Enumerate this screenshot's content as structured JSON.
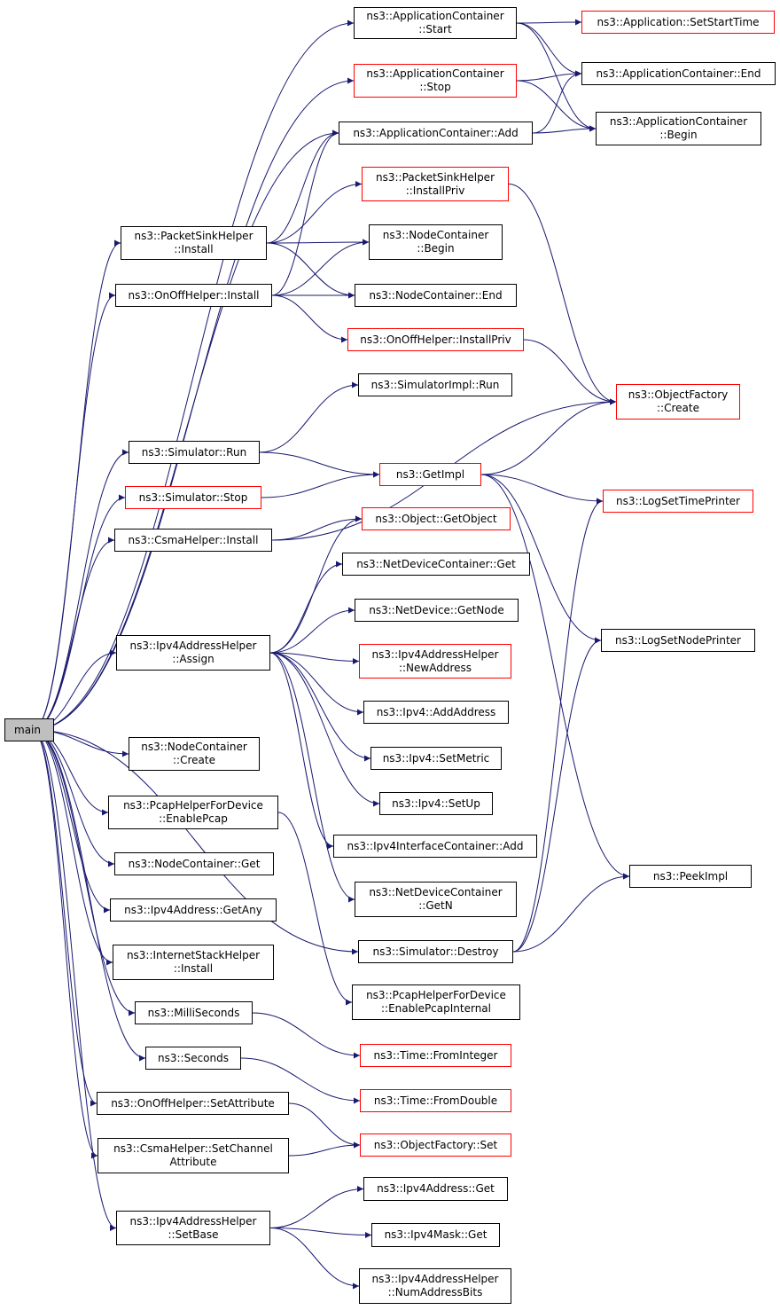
{
  "diagram": {
    "nodes": [
      {
        "id": "main",
        "lines": [
          "main"
        ],
        "style": "root"
      },
      {
        "id": "appStart",
        "lines": [
          "ns3::ApplicationContainer",
          "::Start"
        ],
        "style": "black"
      },
      {
        "id": "setStartTime",
        "lines": [
          "ns3::Application::SetStartTime"
        ],
        "style": "red"
      },
      {
        "id": "appStop",
        "lines": [
          "ns3::ApplicationContainer",
          "::Stop"
        ],
        "style": "red"
      },
      {
        "id": "appEnd",
        "lines": [
          "ns3::ApplicationContainer::End"
        ],
        "style": "black"
      },
      {
        "id": "appAdd",
        "lines": [
          "ns3::ApplicationContainer::Add"
        ],
        "style": "black"
      },
      {
        "id": "appBegin",
        "lines": [
          "ns3::ApplicationContainer",
          "::Begin"
        ],
        "style": "black"
      },
      {
        "id": "psInstallPriv",
        "lines": [
          "ns3::PacketSinkHelper",
          "::InstallPriv"
        ],
        "style": "red"
      },
      {
        "id": "psInstall",
        "lines": [
          "ns3::PacketSinkHelper",
          "::Install"
        ],
        "style": "black"
      },
      {
        "id": "ncBegin",
        "lines": [
          "ns3::NodeContainer",
          "::Begin"
        ],
        "style": "black"
      },
      {
        "id": "ooInstall",
        "lines": [
          "ns3::OnOffHelper::Install"
        ],
        "style": "black"
      },
      {
        "id": "ncEnd",
        "lines": [
          "ns3::NodeContainer::End"
        ],
        "style": "black"
      },
      {
        "id": "ooInstallPriv",
        "lines": [
          "ns3::OnOffHelper::InstallPriv"
        ],
        "style": "red"
      },
      {
        "id": "simImplRun",
        "lines": [
          "ns3::SimulatorImpl::Run"
        ],
        "style": "black"
      },
      {
        "id": "ofCreate",
        "lines": [
          "ns3::ObjectFactory",
          "::Create"
        ],
        "style": "red"
      },
      {
        "id": "simRun",
        "lines": [
          "ns3::Simulator::Run"
        ],
        "style": "black"
      },
      {
        "id": "getImpl",
        "lines": [
          "ns3::GetImpl"
        ],
        "style": "red"
      },
      {
        "id": "simStop",
        "lines": [
          "ns3::Simulator::Stop"
        ],
        "style": "red"
      },
      {
        "id": "logTime",
        "lines": [
          "ns3::LogSetTimePrinter"
        ],
        "style": "red"
      },
      {
        "id": "csmaInstall",
        "lines": [
          "ns3::CsmaHelper::Install"
        ],
        "style": "black"
      },
      {
        "id": "getObject",
        "lines": [
          "ns3::Object::GetObject"
        ],
        "style": "red"
      },
      {
        "id": "ndcGet",
        "lines": [
          "ns3::NetDeviceContainer::Get"
        ],
        "style": "black"
      },
      {
        "id": "ndGetNode",
        "lines": [
          "ns3::NetDevice::GetNode"
        ],
        "style": "black"
      },
      {
        "id": "logNode",
        "lines": [
          "ns3::LogSetNodePrinter"
        ],
        "style": "black"
      },
      {
        "id": "ipv4Assign",
        "lines": [
          "ns3::Ipv4AddressHelper",
          "::Assign"
        ],
        "style": "black"
      },
      {
        "id": "newAddress",
        "lines": [
          "ns3::Ipv4AddressHelper",
          "::NewAddress"
        ],
        "style": "red"
      },
      {
        "id": "addAddress",
        "lines": [
          "ns3::Ipv4::AddAddress"
        ],
        "style": "black"
      },
      {
        "id": "ncCreate",
        "lines": [
          "ns3::NodeContainer",
          "::Create"
        ],
        "style": "black"
      },
      {
        "id": "setMetric",
        "lines": [
          "ns3::Ipv4::SetMetric"
        ],
        "style": "black"
      },
      {
        "id": "enablePcap",
        "lines": [
          "ns3::PcapHelperForDevice",
          "::EnablePcap"
        ],
        "style": "black"
      },
      {
        "id": "setUp",
        "lines": [
          "ns3::Ipv4::SetUp"
        ],
        "style": "black"
      },
      {
        "id": "ifcAdd",
        "lines": [
          "ns3::Ipv4InterfaceContainer::Add"
        ],
        "style": "black"
      },
      {
        "id": "ncGet",
        "lines": [
          "ns3::NodeContainer::Get"
        ],
        "style": "black"
      },
      {
        "id": "peekImpl",
        "lines": [
          "ns3::PeekImpl"
        ],
        "style": "black"
      },
      {
        "id": "ndcGetN",
        "lines": [
          "ns3::NetDeviceContainer",
          "::GetN"
        ],
        "style": "black"
      },
      {
        "id": "getAny",
        "lines": [
          "ns3::Ipv4Address::GetAny"
        ],
        "style": "black"
      },
      {
        "id": "ishInstall",
        "lines": [
          "ns3::InternetStackHelper",
          "::Install"
        ],
        "style": "black"
      },
      {
        "id": "simDestroy",
        "lines": [
          "ns3::Simulator::Destroy"
        ],
        "style": "black"
      },
      {
        "id": "enablePcapInt",
        "lines": [
          "ns3::PcapHelperForDevice",
          "::EnablePcapInternal"
        ],
        "style": "black"
      },
      {
        "id": "milliSeconds",
        "lines": [
          "ns3::MilliSeconds"
        ],
        "style": "black"
      },
      {
        "id": "fromInteger",
        "lines": [
          "ns3::Time::FromInteger"
        ],
        "style": "red"
      },
      {
        "id": "seconds",
        "lines": [
          "ns3::Seconds"
        ],
        "style": "black"
      },
      {
        "id": "fromDouble",
        "lines": [
          "ns3::Time::FromDouble"
        ],
        "style": "red"
      },
      {
        "id": "ooSetAttr",
        "lines": [
          "ns3::OnOffHelper::SetAttribute"
        ],
        "style": "black"
      },
      {
        "id": "ofSet",
        "lines": [
          "ns3::ObjectFactory::Set"
        ],
        "style": "red"
      },
      {
        "id": "csmaSetChan",
        "lines": [
          "ns3::CsmaHelper::SetChannel",
          "Attribute"
        ],
        "style": "black"
      },
      {
        "id": "ipv4SetBase",
        "lines": [
          "ns3::Ipv4AddressHelper",
          "::SetBase"
        ],
        "style": "black"
      },
      {
        "id": "addrGet",
        "lines": [
          "ns3::Ipv4Address::Get"
        ],
        "style": "black"
      },
      {
        "id": "maskGet",
        "lines": [
          "ns3::Ipv4Mask::Get"
        ],
        "style": "black"
      },
      {
        "id": "numAddrBits",
        "lines": [
          "ns3::Ipv4AddressHelper",
          "::NumAddressBits"
        ],
        "style": "black"
      }
    ],
    "edges": [
      [
        "main",
        "appStart"
      ],
      [
        "main",
        "appStop"
      ],
      [
        "main",
        "appAdd"
      ],
      [
        "main",
        "psInstall"
      ],
      [
        "main",
        "ooInstall"
      ],
      [
        "main",
        "simRun"
      ],
      [
        "main",
        "simStop"
      ],
      [
        "main",
        "csmaInstall"
      ],
      [
        "main",
        "ipv4Assign"
      ],
      [
        "main",
        "ncCreate"
      ],
      [
        "main",
        "enablePcap"
      ],
      [
        "main",
        "ncGet"
      ],
      [
        "main",
        "getAny"
      ],
      [
        "main",
        "ishInstall"
      ],
      [
        "main",
        "milliSeconds"
      ],
      [
        "main",
        "seconds"
      ],
      [
        "main",
        "ooSetAttr"
      ],
      [
        "main",
        "csmaSetChan"
      ],
      [
        "main",
        "ipv4SetBase"
      ],
      [
        "main",
        "simDestroy"
      ],
      [
        "appStart",
        "setStartTime"
      ],
      [
        "appStart",
        "appEnd"
      ],
      [
        "appStart",
        "appBegin"
      ],
      [
        "appStop",
        "appEnd"
      ],
      [
        "appStop",
        "appBegin"
      ],
      [
        "appAdd",
        "appBegin"
      ],
      [
        "appAdd",
        "appEnd"
      ],
      [
        "psInstall",
        "appAdd"
      ],
      [
        "psInstall",
        "psInstallPriv"
      ],
      [
        "psInstall",
        "ncBegin"
      ],
      [
        "psInstall",
        "ncEnd"
      ],
      [
        "ooInstall",
        "appAdd"
      ],
      [
        "ooInstall",
        "ncBegin"
      ],
      [
        "ooInstall",
        "ncEnd"
      ],
      [
        "ooInstall",
        "ooInstallPriv"
      ],
      [
        "psInstallPriv",
        "ofCreate"
      ],
      [
        "ooInstallPriv",
        "ofCreate"
      ],
      [
        "simRun",
        "simImplRun"
      ],
      [
        "simRun",
        "getImpl"
      ],
      [
        "simStop",
        "getImpl"
      ],
      [
        "getImpl",
        "ofCreate"
      ],
      [
        "getImpl",
        "logTime"
      ],
      [
        "getImpl",
        "logNode"
      ],
      [
        "getImpl",
        "peekImpl"
      ],
      [
        "csmaInstall",
        "ofCreate"
      ],
      [
        "csmaInstall",
        "getObject"
      ],
      [
        "ipv4Assign",
        "getObject"
      ],
      [
        "ipv4Assign",
        "ndcGet"
      ],
      [
        "ipv4Assign",
        "ndGetNode"
      ],
      [
        "ipv4Assign",
        "newAddress"
      ],
      [
        "ipv4Assign",
        "addAddress"
      ],
      [
        "ipv4Assign",
        "setMetric"
      ],
      [
        "ipv4Assign",
        "setUp"
      ],
      [
        "ipv4Assign",
        "ifcAdd"
      ],
      [
        "ipv4Assign",
        "ndcGetN"
      ],
      [
        "enablePcap",
        "enablePcapInt"
      ],
      [
        "simDestroy",
        "peekImpl"
      ],
      [
        "simDestroy",
        "logTime"
      ],
      [
        "simDestroy",
        "logNode"
      ],
      [
        "milliSeconds",
        "fromInteger"
      ],
      [
        "seconds",
        "fromDouble"
      ],
      [
        "ooSetAttr",
        "ofSet"
      ],
      [
        "csmaSetChan",
        "ofSet"
      ],
      [
        "ipv4SetBase",
        "addrGet"
      ],
      [
        "ipv4SetBase",
        "maskGet"
      ],
      [
        "ipv4SetBase",
        "numAddrBits"
      ]
    ],
    "colors": {
      "edge": "#191970",
      "normal_border": "#000000",
      "red_border": "#ff0000",
      "root_fill": "#bfbfbf"
    }
  }
}
